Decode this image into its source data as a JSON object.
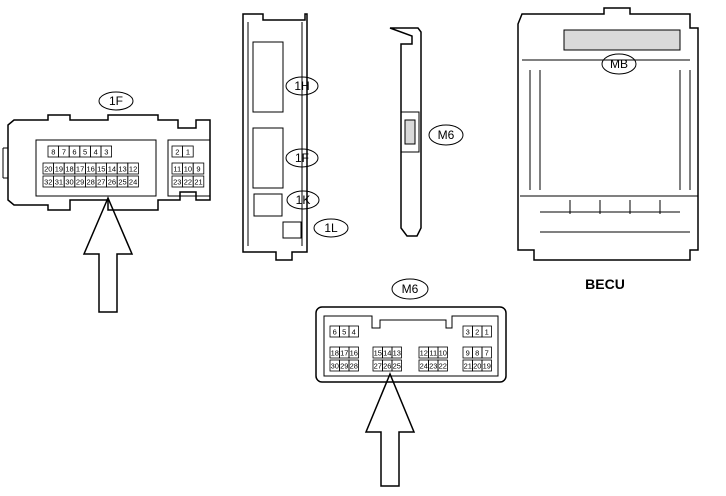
{
  "labels": {
    "c1F_left": "1F",
    "c1H": "1H",
    "c1F_mid": "1F",
    "c1K": "1K",
    "c1L": "1L",
    "cM6_top": "M6",
    "cMB": "MB",
    "becu": "BECU",
    "cM6_bottom": "M6"
  },
  "connector_1F": {
    "main_top": [
      "8",
      "7",
      "6",
      "5",
      "4",
      "3"
    ],
    "main_mid": [
      "20",
      "19",
      "18",
      "17",
      "16",
      "15",
      "14",
      "13",
      "12"
    ],
    "main_bot": [
      "32",
      "31",
      "30",
      "29",
      "28",
      "27",
      "26",
      "25",
      "24"
    ],
    "side_top": [
      "2",
      "1"
    ],
    "side_mid": [
      "11",
      "10",
      "9"
    ],
    "side_bot": [
      "23",
      "22",
      "21"
    ]
  },
  "connector_M6": {
    "g1_top": [
      "6",
      "5",
      "4"
    ],
    "g1_mid": [
      "18",
      "17",
      "16"
    ],
    "g1_bot": [
      "30",
      "29",
      "28"
    ],
    "g2_mid": [
      "15",
      "14",
      "13"
    ],
    "g2_bot": [
      "27",
      "26",
      "25"
    ],
    "g3_mid": [
      "12",
      "11",
      "10"
    ],
    "g3_bot": [
      "24",
      "23",
      "22"
    ],
    "g4_top": [
      "3",
      "2",
      "1"
    ],
    "g4_mid": [
      "9",
      "8",
      "7"
    ],
    "g4_bot": [
      "21",
      "20",
      "19"
    ]
  }
}
